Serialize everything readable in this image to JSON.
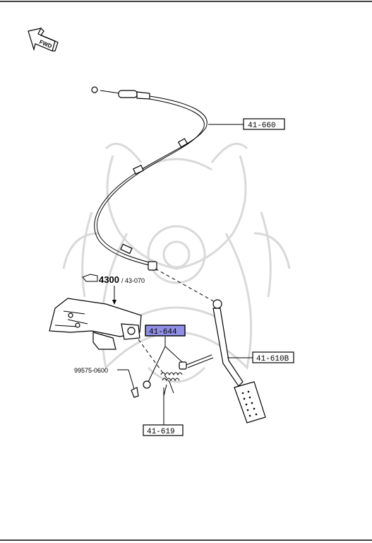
{
  "diagram": {
    "fwd_label": "FWD",
    "callouts": {
      "cable": "41-660",
      "spring_kit": "41-644",
      "pedal": "41-610B",
      "return_spring": "41-619",
      "clip": "99575-0600"
    },
    "reference": {
      "main": "4300",
      "sub": "/ 43-070"
    },
    "colors": {
      "highlight_fill": "#8f8fe6",
      "highlight_border": "#000000",
      "line": "#000000",
      "watermark": "#d9d9d9"
    }
  }
}
